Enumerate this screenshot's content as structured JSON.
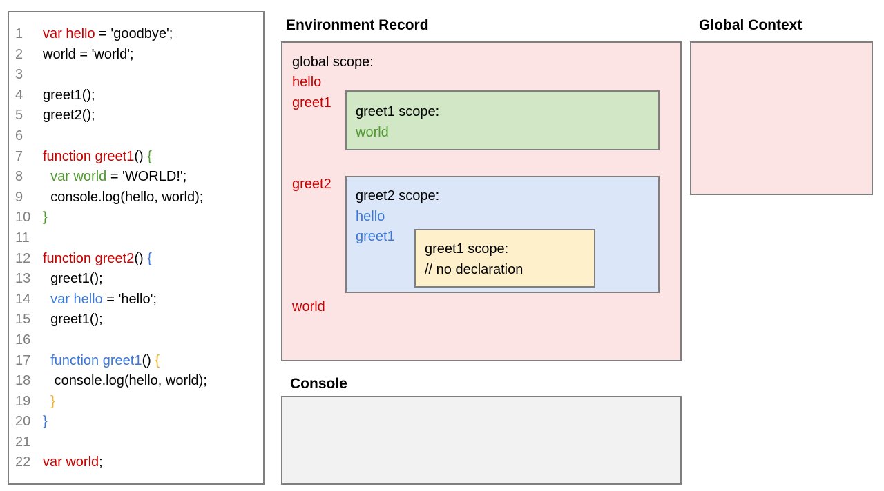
{
  "colors": {
    "black": "#000000",
    "red": "#c80000",
    "green": "#4e9a2e",
    "blue": "#3c78d8",
    "yellow": "#f0b331",
    "gray": "#808080",
    "border_gray": "#7f7f7f",
    "pink_fill": "#fce4e4",
    "green_fill": "#d2e7c5",
    "blue_fill": "#dbe7f8",
    "yellow_fill": "#fdf0ca",
    "console_fill": "#f2f2f2",
    "panel_fill": "#ffffff"
  },
  "code": {
    "lines": [
      {
        "n": "1",
        "segments": [
          {
            "t": "var hello",
            "c": "red"
          },
          {
            "t": " = 'goodbye';",
            "c": "black"
          }
        ]
      },
      {
        "n": "2",
        "segments": [
          {
            "t": "world = 'world';",
            "c": "black"
          }
        ]
      },
      {
        "n": "3",
        "segments": []
      },
      {
        "n": "4",
        "segments": [
          {
            "t": "greet1();",
            "c": "black"
          }
        ]
      },
      {
        "n": "5",
        "segments": [
          {
            "t": "greet2();",
            "c": "black"
          }
        ]
      },
      {
        "n": "6",
        "segments": []
      },
      {
        "n": "7",
        "segments": [
          {
            "t": "function greet1",
            "c": "red"
          },
          {
            "t": "() ",
            "c": "black"
          },
          {
            "t": "{",
            "c": "green"
          }
        ]
      },
      {
        "n": "8",
        "segments": [
          {
            "t": "  ",
            "c": "black"
          },
          {
            "t": "var world",
            "c": "green"
          },
          {
            "t": " = 'WORLD!';",
            "c": "black"
          }
        ]
      },
      {
        "n": "9",
        "segments": [
          {
            "t": "  console.log(hello, world);",
            "c": "black"
          }
        ]
      },
      {
        "n": "10",
        "segments": [
          {
            "t": "}",
            "c": "green"
          }
        ]
      },
      {
        "n": "11",
        "segments": []
      },
      {
        "n": "12",
        "segments": [
          {
            "t": "function greet2",
            "c": "red"
          },
          {
            "t": "() ",
            "c": "black"
          },
          {
            "t": "{",
            "c": "blue"
          }
        ]
      },
      {
        "n": "13",
        "segments": [
          {
            "t": "  greet1();",
            "c": "black"
          }
        ]
      },
      {
        "n": "14",
        "segments": [
          {
            "t": "  ",
            "c": "black"
          },
          {
            "t": "var hello",
            "c": "blue"
          },
          {
            "t": " = 'hello';",
            "c": "black"
          }
        ]
      },
      {
        "n": "15",
        "segments": [
          {
            "t": "  greet1();",
            "c": "black"
          }
        ]
      },
      {
        "n": "16",
        "segments": []
      },
      {
        "n": "17",
        "segments": [
          {
            "t": "  ",
            "c": "black"
          },
          {
            "t": "function greet1",
            "c": "blue"
          },
          {
            "t": "() ",
            "c": "black"
          },
          {
            "t": "{",
            "c": "yellow"
          }
        ]
      },
      {
        "n": "18",
        "segments": [
          {
            "t": "   console.log(hello, world);",
            "c": "black"
          }
        ]
      },
      {
        "n": "19",
        "segments": [
          {
            "t": "  ",
            "c": "black"
          },
          {
            "t": "}",
            "c": "yellow"
          }
        ]
      },
      {
        "n": "20",
        "segments": [
          {
            "t": "}",
            "c": "blue"
          }
        ]
      },
      {
        "n": "21",
        "segments": []
      },
      {
        "n": "22",
        "segments": [
          {
            "t": "var world",
            "c": "red"
          },
          {
            "t": ";",
            "c": "black"
          }
        ]
      }
    ]
  },
  "environment_record": {
    "title": "Environment Record",
    "box": {
      "label": "global scope:",
      "var_hello": "hello",
      "var_greet1": "greet1",
      "var_greet2": "greet2",
      "var_world": "world",
      "greet1_box": {
        "label": "greet1 scope:",
        "var_world": "world"
      },
      "greet2_box": {
        "label": "greet2 scope:",
        "var_hello": "hello",
        "var_greet1": "greet1",
        "greet1_box": {
          "label": "greet1 scope:",
          "comment": "// no declaration"
        }
      }
    }
  },
  "global_context": {
    "title": "Global Context"
  },
  "console": {
    "title": "Console"
  }
}
